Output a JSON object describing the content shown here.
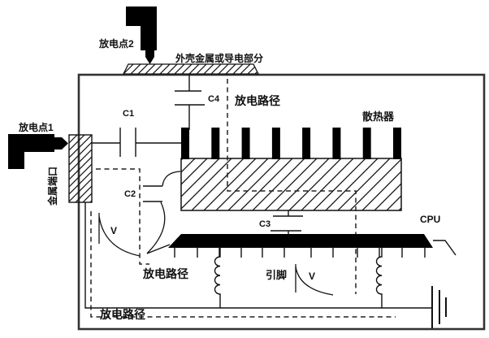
{
  "labels": {
    "discharge_point_2": "放电点2",
    "shell_conductive_part": "外壳金属或导电部分",
    "discharge_path_top": "放电路径",
    "heatsink": "散热器",
    "c1": "C1",
    "c4": "C4",
    "discharge_point_1": "放电点1",
    "metal_port": "金属端口",
    "c2": "C2",
    "c3": "C3",
    "cpu": "CPU",
    "v_left": "V",
    "v_mid": "V",
    "pins": "引脚",
    "discharge_path_mid": "放电路径",
    "discharge_path_bottom": "放电路径"
  },
  "colors": {
    "line": "#1a1a1a",
    "solid_fill": "#000000",
    "background": "#ffffff"
  }
}
